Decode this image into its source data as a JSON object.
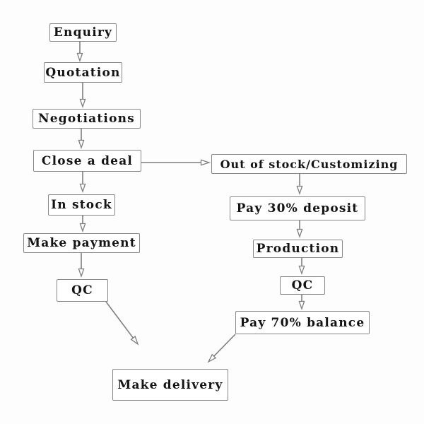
{
  "diagram": {
    "type": "flowchart",
    "description": "Order process flowchart with an in-stock path and an out-of-stock/customizing path converging at delivery",
    "nodes": {
      "enquiry": {
        "label": "Enquiry"
      },
      "quotation": {
        "label": "Quotation"
      },
      "negotiations": {
        "label": "Negotiations"
      },
      "close_deal": {
        "label": "Close a deal"
      },
      "in_stock": {
        "label": "In stock"
      },
      "make_payment": {
        "label": "Make payment"
      },
      "qc_left": {
        "label": "QC"
      },
      "out_of_stock": {
        "label": "Out of stock/Customizing"
      },
      "pay_deposit": {
        "label": "Pay 30% deposit"
      },
      "production": {
        "label": "Production"
      },
      "qc_right": {
        "label": "QC"
      },
      "pay_balance": {
        "label": "Pay 70% balance"
      },
      "make_delivery": {
        "label": "Make delivery"
      }
    },
    "edges": [
      {
        "from": "enquiry",
        "to": "quotation"
      },
      {
        "from": "quotation",
        "to": "negotiations"
      },
      {
        "from": "negotiations",
        "to": "close_deal"
      },
      {
        "from": "close_deal",
        "to": "in_stock"
      },
      {
        "from": "in_stock",
        "to": "make_payment"
      },
      {
        "from": "make_payment",
        "to": "qc_left"
      },
      {
        "from": "qc_left",
        "to": "make_delivery"
      },
      {
        "from": "close_deal",
        "to": "out_of_stock"
      },
      {
        "from": "out_of_stock",
        "to": "pay_deposit"
      },
      {
        "from": "pay_deposit",
        "to": "production"
      },
      {
        "from": "production",
        "to": "qc_right"
      },
      {
        "from": "qc_right",
        "to": "pay_balance"
      },
      {
        "from": "pay_balance",
        "to": "make_delivery"
      }
    ],
    "colors": {
      "background": "#fdfdfd",
      "box_fill": "#ffffff",
      "box_border": "#878787",
      "line": "#7e7e7e",
      "arrowhead_fill": "#ffffff",
      "text": "#141414"
    }
  }
}
